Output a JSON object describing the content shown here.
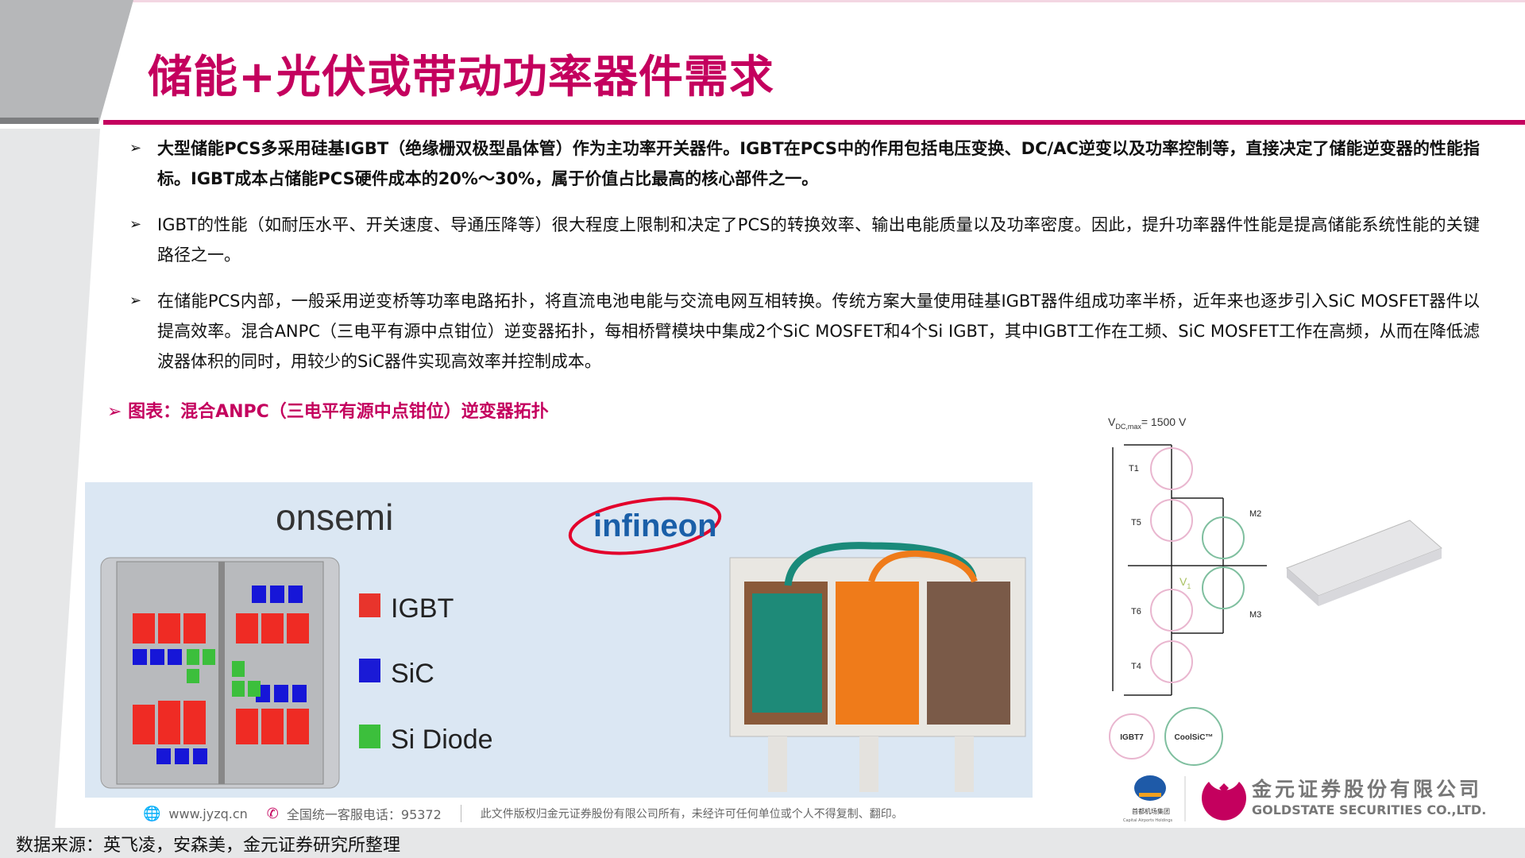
{
  "title": "储能+光伏或带动功率器件需求",
  "bullets": [
    {
      "arrow": "➢",
      "text": "大型储能PCS多采用硅基IGBT（绝缘栅双极型晶体管）作为主功率开关器件。IGBT在PCS中的作用包括电压变换、DC/AC逆变以及功率控制等，直接决定了储能逆变器的性能指标。IGBT成本占储能PCS硬件成本的20%～30%，属于价值占比最高的核心部件之一。"
    },
    {
      "arrow": "➢",
      "text": "IGBT的性能（如耐压水平、开关速度、导通压降等）很大程度上限制和决定了PCS的转换效率、输出电能质量以及功率密度。因此，提升功率器件性能是提高储能系统性能的关键路径之一。"
    },
    {
      "arrow": "➢",
      "text": "在储能PCS内部，一般采用逆变桥等功率电路拓扑，将直流电池电能与交流电网互相转换。传统方案大量使用硅基IGBT器件组成功率半桥，近年来也逐步引入SiC MOSFET器件以提高效率。混合ANPC（三电平有源中点钳位）逆变器拓扑，每相桥臂模块中集成2个SiC MOSFET和4个Si IGBT，其中IGBT工作在工频、SiC MOSFET工作在高频，从而在降低滤波器体积的同时，用较少的SiC器件实现高效率并控制成本。"
    }
  ],
  "figure": {
    "caption": "➢ 图表：混合ANPC（三电平有源中点钳位）逆变器拓扑",
    "onsemi_logo": "onsemi",
    "infineon_logo": "infineon",
    "legend": [
      {
        "label": "IGBT",
        "color": "#e8342c"
      },
      {
        "label": "SiC",
        "color": "#1a1ad6"
      },
      {
        "label": "Si Diode",
        "color": "#3cbf3c"
      }
    ],
    "circuit": {
      "vdc": "V",
      "vdc_sub": "DC,max",
      "vdc_value": "= 1500 V",
      "switches": [
        "T1",
        "T5",
        "T6",
        "T4",
        "M2",
        "M3"
      ],
      "v1": "V",
      "v1_sub": "1",
      "legend_igbt": "IGBT7",
      "legend_sic": "CoolSiC™",
      "igbt_color": "#e9b6cf",
      "sic_color": "#7fbf9f"
    }
  },
  "footer": {
    "website": "www.jyzq.cn",
    "hotline": "全国统一客服电话：95372",
    "copyright": "此文件版权归金元证券股份有限公司所有，未经许可任何单位或个人不得复制、翻印。"
  },
  "logos": {
    "airport_cn": "首都机场集团",
    "airport_en": "Capital Airports Holdings",
    "company_cn": "金元证券股份有限公司",
    "company_en": "GOLDSTATE SECURITIES CO.,LTD."
  },
  "source": "数据来源：英飞凌，安森美，金元证券研究所整理",
  "colors": {
    "accent": "#c4005e"
  }
}
